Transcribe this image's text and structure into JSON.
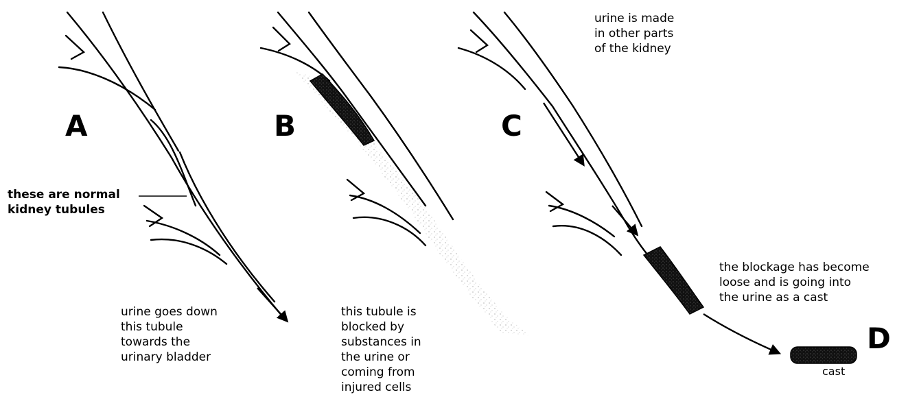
{
  "panels": {
    "a": {
      "letter": "A",
      "label_normal": "these are normal\nkidney tubules",
      "label_flow": "urine goes down\nthis tubule\ntowards the\nurinary bladder"
    },
    "b": {
      "letter": "B",
      "label_blocked": "this tubule is\nblocked by\nsubstances in\nthe urine or\ncoming from\ninjured cells"
    },
    "c": {
      "letter": "C",
      "label_made": "urine is made\nin other parts\nof the kidney",
      "label_loose": "the blockage has become\nloose and is going into\nthe urine as a cast"
    },
    "d": {
      "letter": "D",
      "caption": "cast"
    }
  }
}
